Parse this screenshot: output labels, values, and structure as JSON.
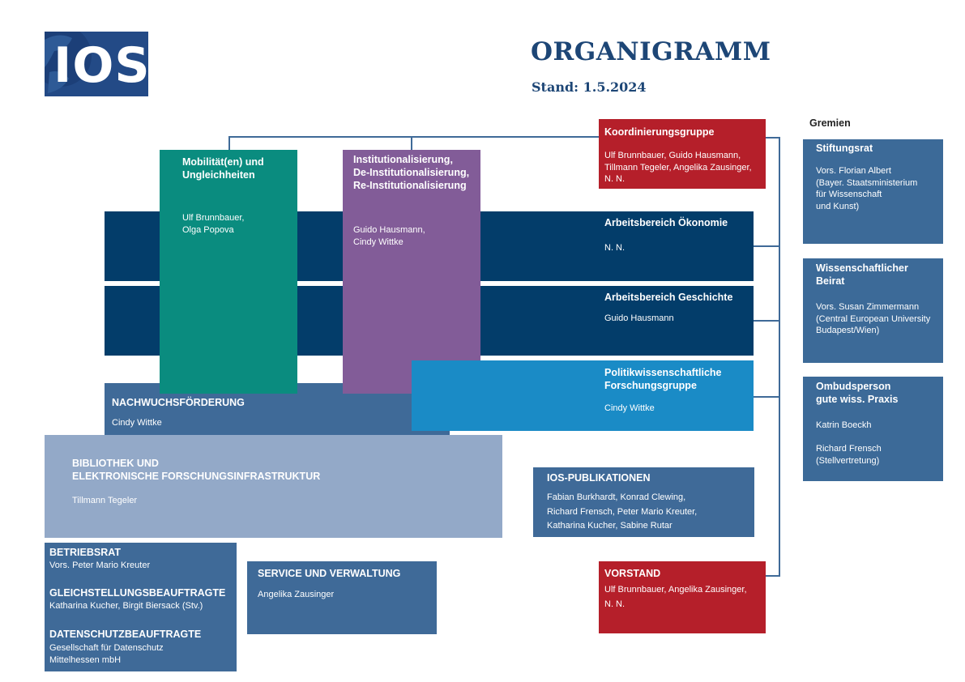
{
  "logo": {
    "text": "IOS"
  },
  "header": {
    "title": "ORGANIGRAMM",
    "date": "Stand: 1.5.2024"
  },
  "gremien": {
    "heading": "Gremien",
    "stiftungsrat": {
      "title": "Stiftungsrat",
      "body": "Vors. Florian Albert\n(Bayer. Staatsministerium\nfür Wissenschaft\nund Kunst)"
    },
    "beirat": {
      "title": "Wissenschaftlicher\nBeirat",
      "body": "Vors. Susan Zimmermann\n(Central European University\nBudapest/Wien)"
    },
    "ombuds": {
      "title": "Ombudsperson\ngute wiss. Praxis",
      "body1": "Katrin Boeckh",
      "body2": "Richard Frensch\n(Stellvertretung)"
    }
  },
  "koordinierung": {
    "title": "Koordinierungsgruppe",
    "body": "Ulf Brunnbauer, Guido Hausmann,\nTillmann Tegeler, Angelika Zausinger,\nN. N."
  },
  "mobilitaet": {
    "title": "Mobilität(en) und\nUngleichheiten",
    "body": "Ulf Brunnbauer,\nOlga Popova"
  },
  "institution": {
    "title": "Institutionalisierung,\nDe-Institutionalisierung,\nRe-Institutionalisierung",
    "body": "Guido Hausmann,\nCindy Wittke"
  },
  "oekonomie": {
    "title": "Arbeitsbereich Ökonomie",
    "body": "N. N."
  },
  "geschichte": {
    "title": "Arbeitsbereich Geschichte",
    "body": "Guido Hausmann"
  },
  "politik": {
    "title": "Politikwissenschaftliche\nForschungsgruppe",
    "body": "Cindy Wittke"
  },
  "nachwuchs": {
    "title": "NACHWUCHSFÖRDERUNG",
    "body": "Cindy Wittke"
  },
  "bibliothek": {
    "title": "BIBLIOTHEK UND\nELEKTRONISCHE FORSCHUNGSINFRASTRUKTUR",
    "body": "Tillmann Tegeler"
  },
  "publikationen": {
    "title": "IOS-PUBLIKATIONEN",
    "body": "Fabian Burkhardt, Konrad Clewing,\nRichard Frensch, Peter Mario Kreuter,\nKatharina Kucher, Sabine Rutar"
  },
  "betriebsrat": {
    "title": "BETRIEBSRAT",
    "body": "Vors. Peter Mario Kreuter"
  },
  "gleichstellung": {
    "title": "GLEICHSTELLUNGSBEAUFTRAGTE",
    "body": "Katharina Kucher, Birgit Biersack (Stv.)"
  },
  "datenschutz": {
    "title": "DATENSCHUTZBEAUFTRAGTE",
    "body": "Gesellschaft für Datenschutz\nMittelhessen mbH"
  },
  "service": {
    "title": "SERVICE UND VERWALTUNG",
    "body": "Angelika Zausinger"
  },
  "vorstand": {
    "title": "VORSTAND",
    "body": "Ulf Brunnbauer, Angelika Zausinger,\nN. N."
  }
}
